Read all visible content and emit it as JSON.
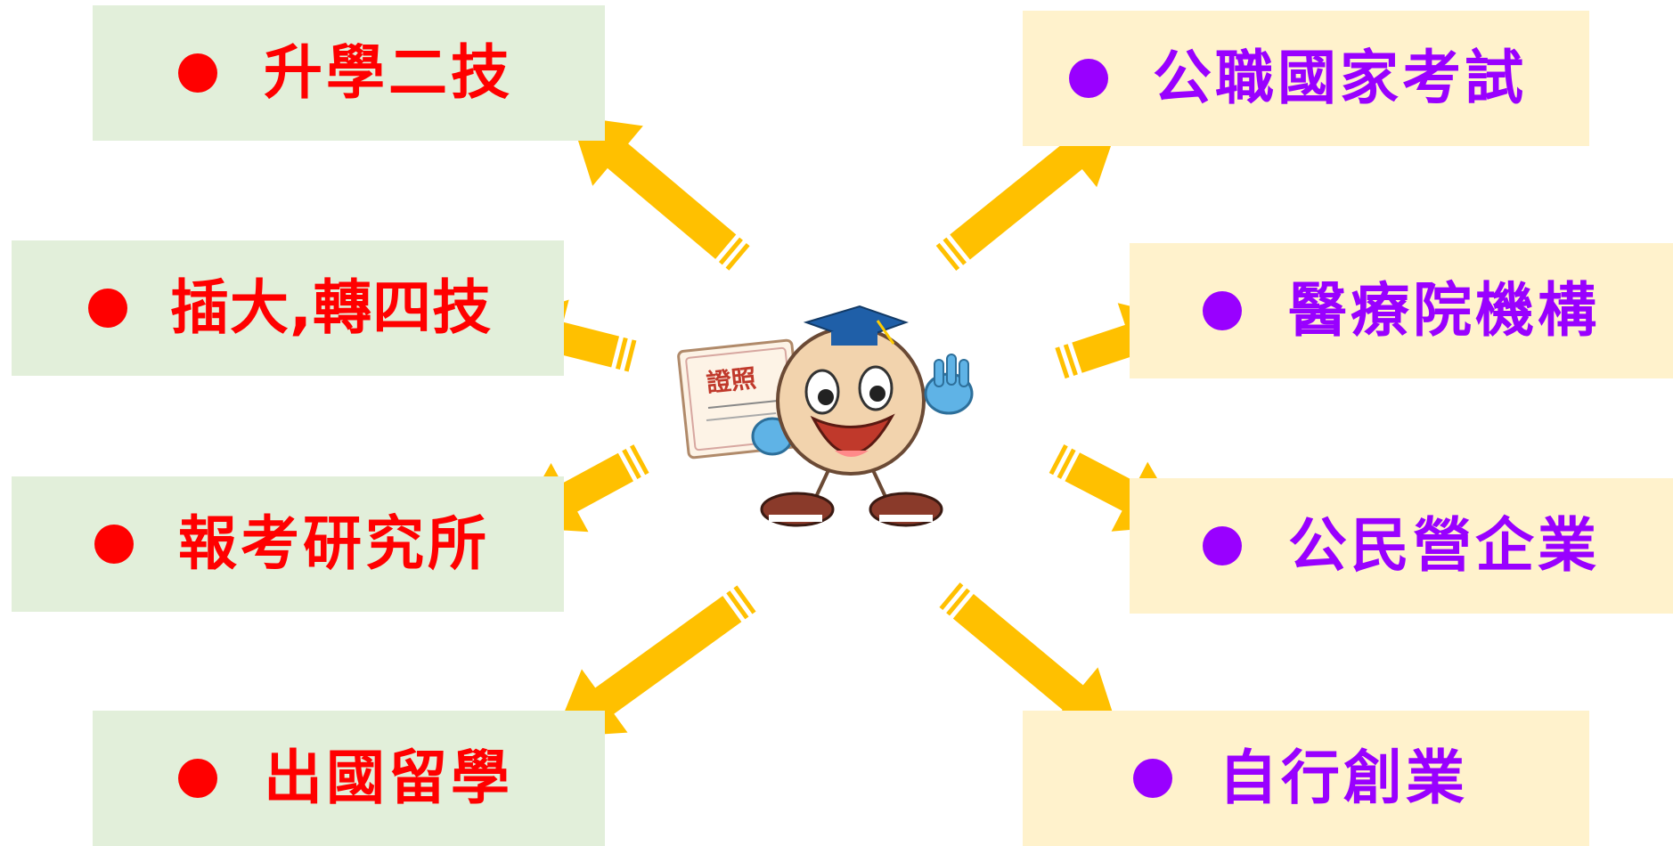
{
  "colors": {
    "left_box_bg": "#e2efda",
    "right_box_bg": "#fff2cc",
    "left_text": "#ff0000",
    "right_text": "#9900ff",
    "arrow": "#ffc000"
  },
  "left_items": [
    {
      "label": "升學二技"
    },
    {
      "label": "插大,轉四技"
    },
    {
      "label": "報考研究所"
    },
    {
      "label": "出國留學"
    }
  ],
  "right_items": [
    {
      "label": "公職國家考試"
    },
    {
      "label": "醫療院機構"
    },
    {
      "label": "公民營企業"
    },
    {
      "label": "自行創業"
    }
  ],
  "mascot": {
    "certificate_text": "證照",
    "icon": "graduate-mascot-icon"
  }
}
